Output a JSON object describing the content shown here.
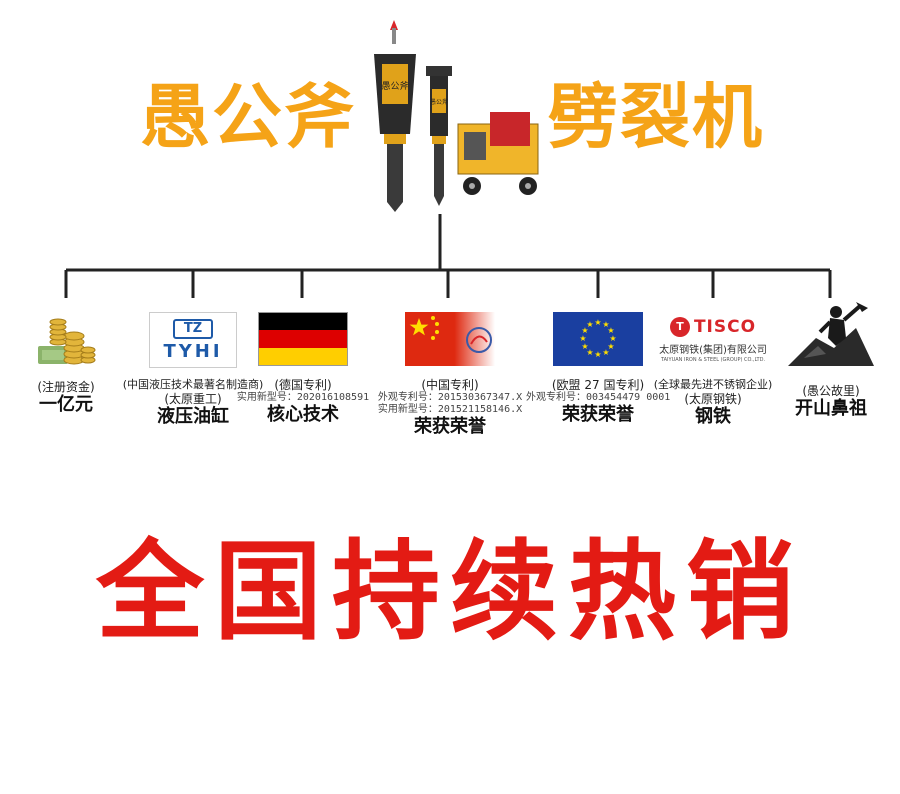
{
  "title": {
    "left": "愚公斧",
    "right": "劈裂机"
  },
  "machine_labels": [
    "愚公斧",
    "愚公斧"
  ],
  "colors": {
    "title_orange": "#f5a317",
    "slogan_red": "#e31b14",
    "tree_line": "#222222",
    "tyhi_blue": "#1e5aa8",
    "tisco_red": "#d8262a",
    "eu_blue": "#1a3fa0",
    "cn_red": "#de2910",
    "star_yellow": "#ffde00"
  },
  "items": [
    {
      "icon": "gold-coins-icon",
      "small": [
        "(注册资金)"
      ],
      "tiny": [],
      "big": "一亿元"
    },
    {
      "icon": "tyhi-logo",
      "logo_badge": "TZ",
      "logo_text": "TYHI",
      "small": [
        "(中国液压技术最著名制造商)",
        "(太原重工)"
      ],
      "tiny": [],
      "big": "液压油缸"
    },
    {
      "icon": "germany-flag-icon",
      "small": [
        "(德国专利)"
      ],
      "tiny": [
        "实用新型号：202016108591"
      ],
      "big": "核心技术"
    },
    {
      "icon": "china-flag-icon",
      "small": [
        "(中国专利)"
      ],
      "tiny": [
        "外观专利号：2015303673​47.X",
        "实用新型号：2015211581​46.X"
      ],
      "big": "荣获荣誉"
    },
    {
      "icon": "eu-flag-icon",
      "small": [
        "(欧盟 27 国专利)"
      ],
      "tiny": [
        "外观专利号：003454479 0001"
      ],
      "big": "荣获荣誉"
    },
    {
      "icon": "tisco-logo",
      "logo_word": "TISCO",
      "logo_cn": "太原钢铁(集团)有限公司",
      "logo_en": "TAIYUAN IRON & STEEL (GROUP) CO.,LTD.",
      "small": [
        "(全球最先进不锈钢企业)",
        "(太原钢铁)"
      ],
      "tiny": [],
      "big": "钢铁"
    },
    {
      "icon": "yugong-statue-icon",
      "small": [
        "(愚公故里)"
      ],
      "tiny": [],
      "big": "开山鼻祖"
    }
  ],
  "slogan": "全国持续热销"
}
